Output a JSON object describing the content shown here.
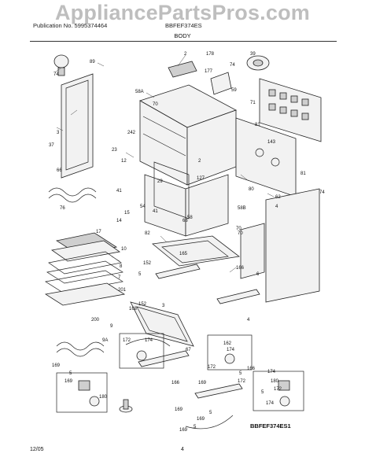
{
  "header": {
    "publication": "Publication No. 5995374464",
    "model": "BBFEF374ES",
    "section": "BODY"
  },
  "watermark": "AppliancePartsPros.com",
  "diagram_code": "BBFEF374ES1",
  "footer": {
    "date": "12/05",
    "page": "4"
  },
  "callouts": [
    "74",
    "89",
    "2",
    "178",
    "39",
    "74",
    "58A",
    "177",
    "59",
    "71",
    "70",
    "3",
    "242",
    "81",
    "143",
    "37",
    "23",
    "12",
    "2",
    "81",
    "66",
    "127",
    "29",
    "80",
    "74",
    "41",
    "70",
    "58",
    "62",
    "4",
    "76",
    "41",
    "68",
    "58B",
    "15",
    "54",
    "14",
    "17",
    "82",
    "70",
    "10",
    "165",
    "8",
    "152",
    "7",
    "5",
    "166",
    "201",
    "6",
    "152",
    "4",
    "3",
    "168",
    "200",
    "9",
    "9A",
    "172",
    "174",
    "169",
    "67",
    "162",
    "174",
    "172",
    "169",
    "5",
    "180",
    "169",
    "166",
    "166",
    "5",
    "172",
    "174",
    "180",
    "172",
    "5",
    "169",
    "174",
    "169",
    "5",
    "5",
    "169"
  ]
}
